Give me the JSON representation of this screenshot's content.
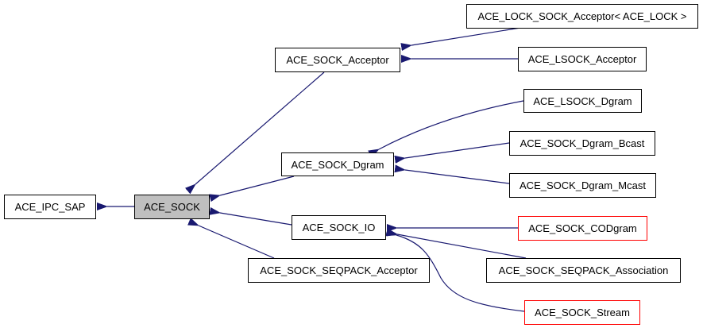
{
  "diagram": {
    "title": "Inheritance diagram for ACE_SOCK",
    "edge_color": "#191970",
    "highlight_fill": "#bfbfbf",
    "incomplete_border": "#ff0000",
    "nodes": {
      "ipc_sap": {
        "label": "ACE_IPC_SAP",
        "style": "normal"
      },
      "sock": {
        "label": "ACE_SOCK",
        "style": "current"
      },
      "sock_acceptor": {
        "label": "ACE_SOCK_Acceptor",
        "style": "normal"
      },
      "sock_dgram": {
        "label": "ACE_SOCK_Dgram",
        "style": "normal"
      },
      "sock_io": {
        "label": "ACE_SOCK_IO",
        "style": "normal"
      },
      "sock_seqpack_acceptor": {
        "label": "ACE_SOCK_SEQPACK_Acceptor",
        "style": "normal"
      },
      "lock_sock_acceptor": {
        "label": "ACE_LOCK_SOCK_Acceptor< ACE_LOCK >",
        "style": "normal"
      },
      "lsock_acceptor": {
        "label": "ACE_LSOCK_Acceptor",
        "style": "normal"
      },
      "lsock_dgram": {
        "label": "ACE_LSOCK_Dgram",
        "style": "normal"
      },
      "sock_dgram_bcast": {
        "label": "ACE_SOCK_Dgram_Bcast",
        "style": "normal"
      },
      "sock_dgram_mcast": {
        "label": "ACE_SOCK_Dgram_Mcast",
        "style": "normal"
      },
      "sock_codgram": {
        "label": "ACE_SOCK_CODgram",
        "style": "red"
      },
      "sock_seqpack_association": {
        "label": "ACE_SOCK_SEQPACK_Association",
        "style": "normal"
      },
      "sock_stream": {
        "label": "ACE_SOCK_Stream",
        "style": "red"
      }
    },
    "edges": [
      {
        "from": "sock",
        "to": "ipc_sap"
      },
      {
        "from": "sock_acceptor",
        "to": "sock"
      },
      {
        "from": "sock_dgram",
        "to": "sock"
      },
      {
        "from": "sock_io",
        "to": "sock"
      },
      {
        "from": "sock_seqpack_acceptor",
        "to": "sock"
      },
      {
        "from": "lock_sock_acceptor",
        "to": "sock_acceptor"
      },
      {
        "from": "lsock_acceptor",
        "to": "sock_acceptor"
      },
      {
        "from": "lsock_dgram",
        "to": "sock_dgram"
      },
      {
        "from": "sock_dgram_bcast",
        "to": "sock_dgram"
      },
      {
        "from": "sock_dgram_mcast",
        "to": "sock_dgram"
      },
      {
        "from": "sock_codgram",
        "to": "sock_io"
      },
      {
        "from": "sock_seqpack_association",
        "to": "sock_io"
      },
      {
        "from": "sock_stream",
        "to": "sock_io"
      }
    ]
  }
}
